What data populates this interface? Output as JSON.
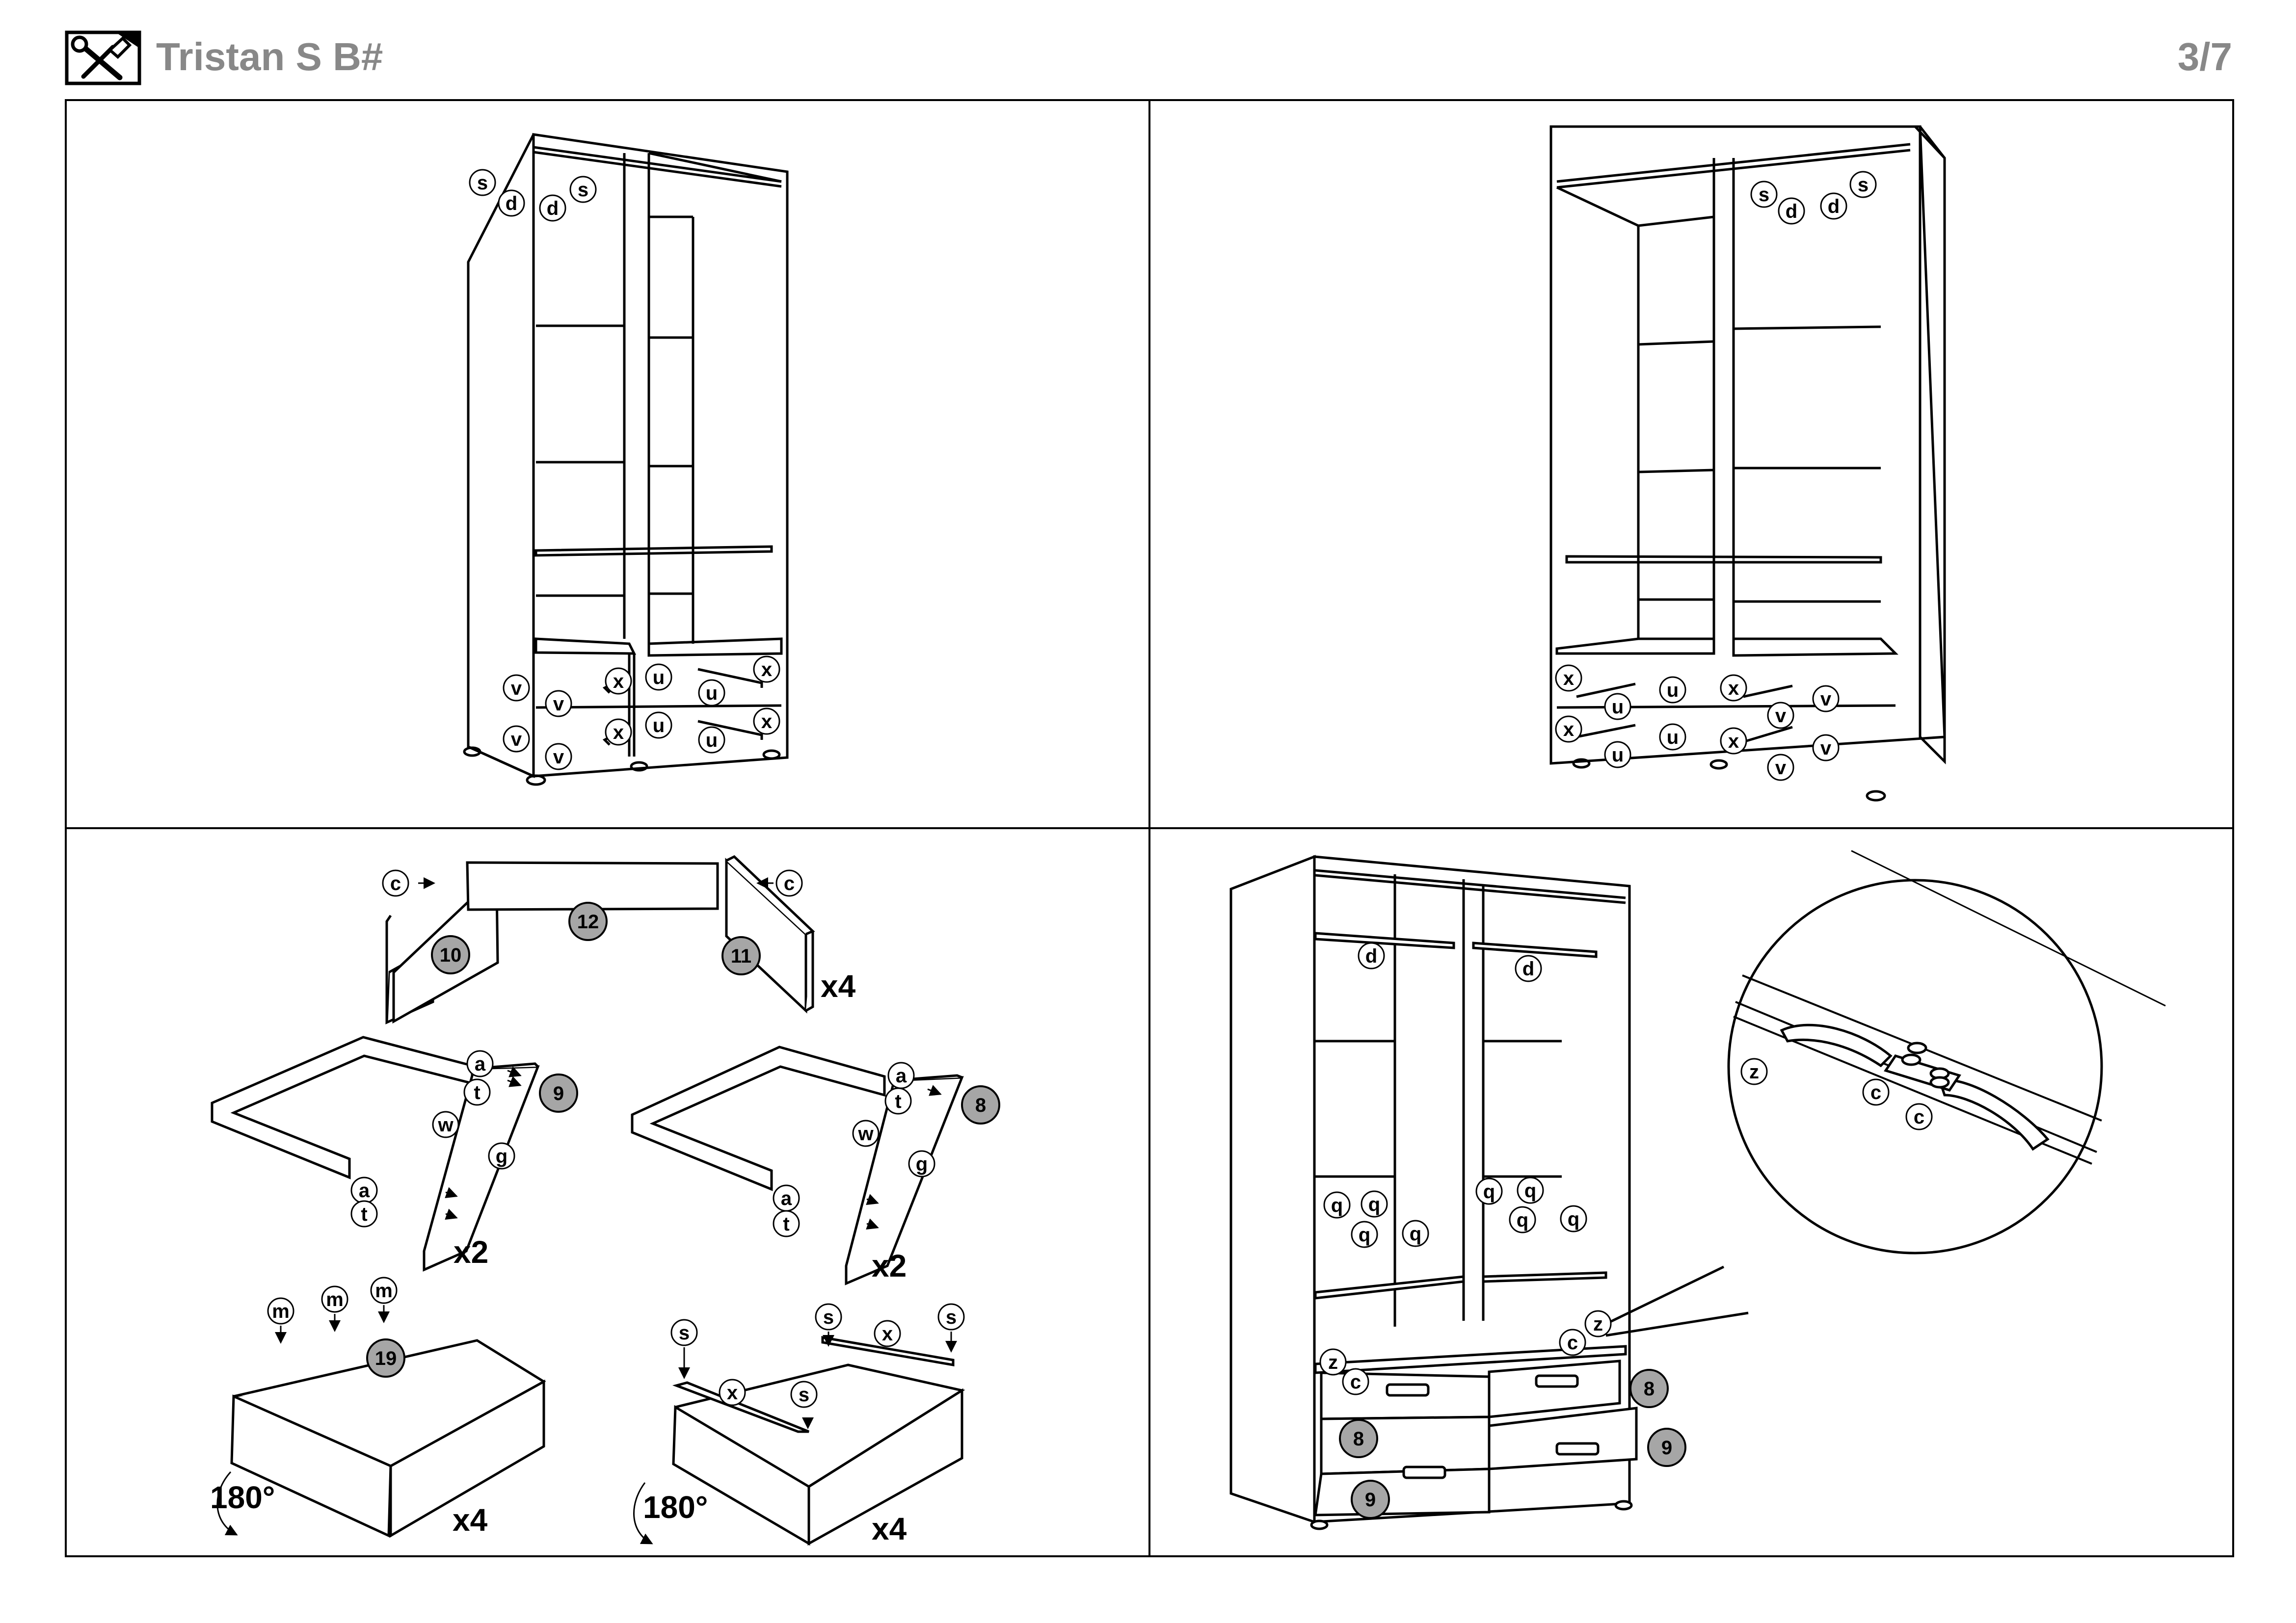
{
  "header": {
    "title": "Tristan S B#",
    "page": "3/7",
    "icon": "tools-icon"
  },
  "panel1": {
    "labels": [
      "s",
      "d",
      "d",
      "s",
      "v",
      "v",
      "x",
      "v",
      "x",
      "v",
      "u",
      "u",
      "x",
      "u",
      "u",
      "x"
    ]
  },
  "panel2": {
    "labels": [
      "s",
      "d",
      "d",
      "s",
      "x",
      "u",
      "u",
      "x",
      "u",
      "u",
      "x",
      "v",
      "v",
      "x",
      "v",
      "v"
    ]
  },
  "panel3": {
    "parts": [
      "10",
      "12",
      "11",
      "9",
      "8",
      "19"
    ],
    "hardware": [
      "c",
      "c",
      "a",
      "t",
      "w",
      "g",
      "a",
      "t",
      "a",
      "t",
      "w",
      "g",
      "a",
      "t",
      "m",
      "m",
      "m",
      "s",
      "x",
      "s",
      "s",
      "x",
      "s"
    ],
    "counts": [
      "x4",
      "x2",
      "x2",
      "x4",
      "x4"
    ],
    "rotations": [
      "180°",
      "180°"
    ]
  },
  "panel4": {
    "parts": [
      "8",
      "9",
      "8",
      "9"
    ],
    "hardware": [
      "d",
      "d",
      "q",
      "q",
      "q",
      "q",
      "q",
      "q",
      "q",
      "q",
      "z",
      "c",
      "z",
      "c",
      "z",
      "c",
      "c"
    ]
  }
}
